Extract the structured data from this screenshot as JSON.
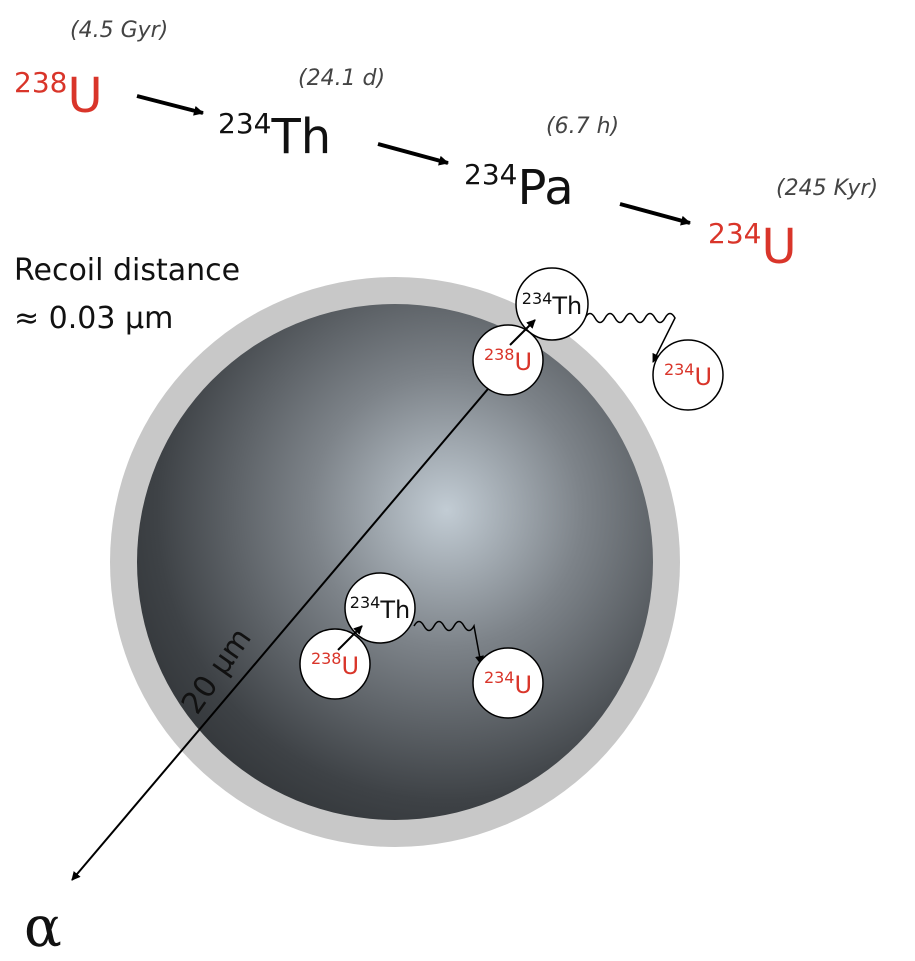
{
  "chain": {
    "u238": {
      "mass": "238",
      "symbol": "U",
      "halflife": "(4.5 Gyr)"
    },
    "th234": {
      "mass": "234",
      "symbol": "Th",
      "halflife": "(24.1 d)"
    },
    "pa234": {
      "mass": "234",
      "symbol": "Pa",
      "halflife": "(6.7 h)"
    },
    "u234": {
      "mass": "234",
      "symbol": "U",
      "halflife": "(245 Kyr)"
    }
  },
  "recoil": {
    "line1": "Recoil distance",
    "line2": "≈ 0.03 μm"
  },
  "grain": {
    "diameter_label": "20 μm",
    "alpha_label": "α"
  },
  "nuclides": {
    "u238": {
      "mass": "238",
      "symbol": "U"
    },
    "th234": {
      "mass": "234",
      "symbol": "Th"
    },
    "u234": {
      "mass": "234",
      "symbol": "U"
    }
  },
  "colors": {
    "uranium": "#d9352a",
    "text": "#111111",
    "halflife": "#444444",
    "rim": "#c8c8c8"
  }
}
